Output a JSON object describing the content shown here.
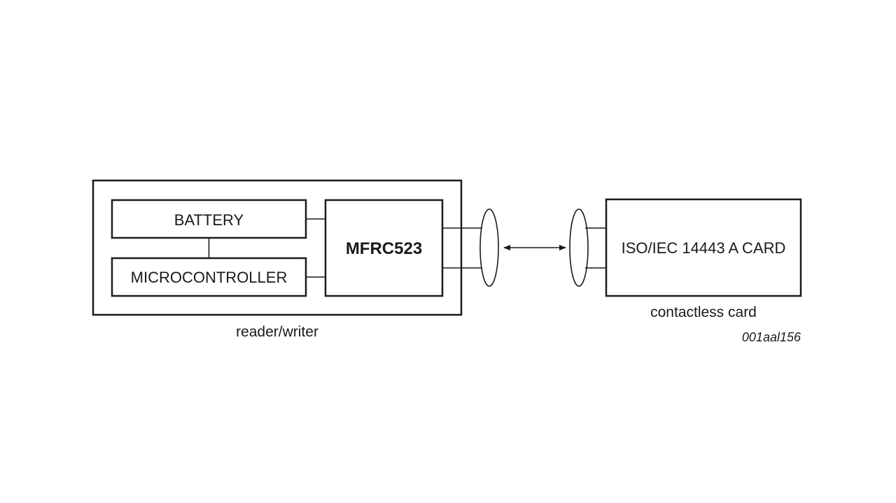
{
  "blocks": {
    "battery": "BATTERY",
    "microcontroller": "MICROCONTROLLER",
    "chip": "MFRC523",
    "card": "ISO/IEC 14443 A CARD"
  },
  "captions": {
    "reader": "reader/writer",
    "card": "contactless card"
  },
  "figure_ref": "001aal156",
  "colors": {
    "stroke": "#1a1a1a",
    "background": "#ffffff"
  }
}
